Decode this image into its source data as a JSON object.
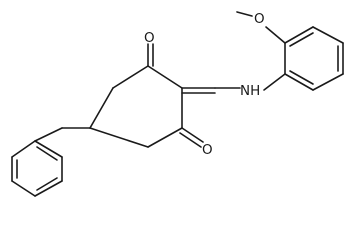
{
  "structure": {
    "atoms": {
      "o_top": "O",
      "o_bottom": "O",
      "o_methoxy": "O",
      "nh": "NH"
    }
  }
}
